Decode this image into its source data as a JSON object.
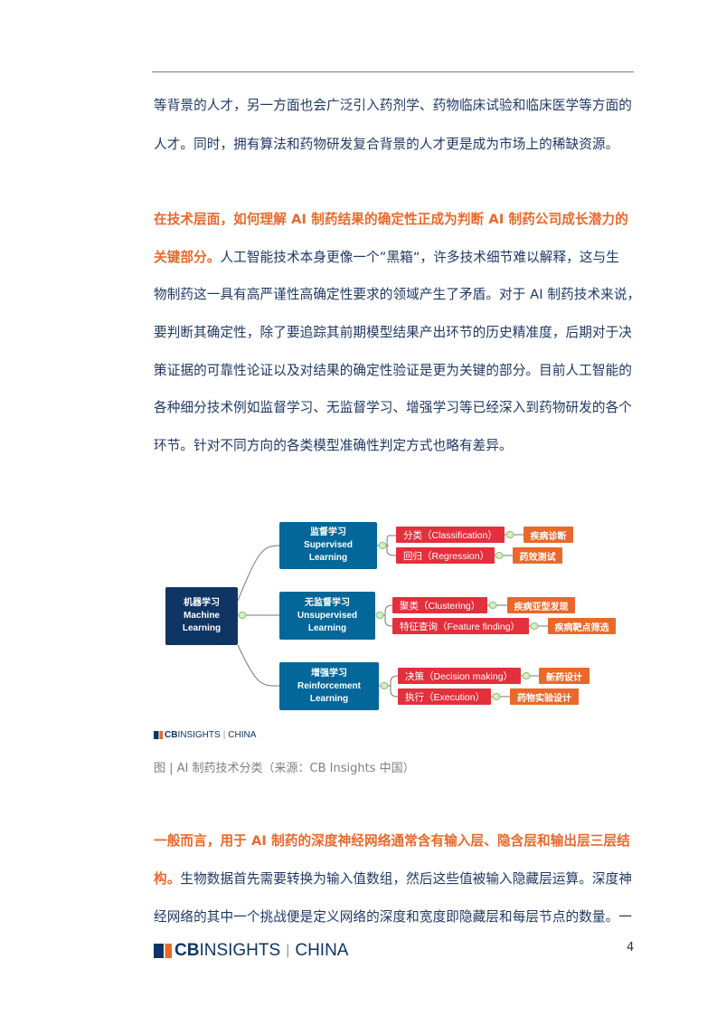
{
  "paragraph1": {
    "lines": [
      "等背景的人才，另一方面也会广泛引入药剂学、药物临床试验和临床医学等方面的",
      "人才。同时，拥有算法和药物研发复合背景的人才更是成为市场上的稀缺资源。"
    ]
  },
  "paragraph2": {
    "highlight1": "在技术层面，如何理解 AI 制药结果的确定性正成为判断 AI 制药公司成长潜力的",
    "highlight2": "关键部分。",
    "line2_rest": "人工智能技术本身更像一个”黑箱“，许多技术细节难以解释，这与生",
    "lines": [
      "物制药这一具有高严谨性高确定性要求的领域产生了矛盾。对于 AI 制药技术来说，",
      "要判断其确定性，除了要追踪其前期模型结果产出环节的历史精准度，后期对于决",
      "策证据的可靠性论证以及对结果的确定性验证是更为关键的部分。目前人工智能的",
      "各种细分技术例如监督学习、无监督学习、增强学习等已经深入到药物研发的各个",
      "环节。针对不同方向的各类模型准确性判定方式也略有差异。"
    ]
  },
  "diagram": {
    "root": {
      "zh": "机器学习",
      "en1": "Machine",
      "en2": "Learning"
    },
    "branches": [
      {
        "zh": "监督学习",
        "en1": "Supervised",
        "en2": "Learning",
        "methods": [
          {
            "label": "分类（Classification）",
            "app": "疾病诊断"
          },
          {
            "label": "回归（Regression）",
            "app": "药效测试"
          }
        ]
      },
      {
        "zh": "无监督学习",
        "en1": "Unsupervised",
        "en2": "Learning",
        "methods": [
          {
            "label": "聚类（Clustering）",
            "app": "疾病亚型发现"
          },
          {
            "label": "特征查询（Feature finding）",
            "app": "疾病靶点筛选"
          }
        ]
      },
      {
        "zh": "增强学习",
        "en1": "Reinforcement",
        "en2": "Learning",
        "methods": [
          {
            "label": "决策（Decision making）",
            "app": "新药设计"
          },
          {
            "label": "执行（Execution）",
            "app": "药物实验设计"
          }
        ]
      }
    ],
    "logo": {
      "cb": "CB",
      "insights": "INSIGHTS",
      "china": "CHINA"
    }
  },
  "caption": "图 | AI 制药技术分类（来源：CB Insights 中国）",
  "paragraph3": {
    "highlight": "一般而言，用于 AI 制药的深度神经网络通常含有输入层、隐含层和输出层三层结",
    "highlight2": "构。",
    "line2_rest": "生物数据首先需要转换为输入值数组，然后这些值被输入隐藏层运算。深度神",
    "line3": "经网络的其中一个挑战便是定义网络的深度和宽度即隐藏层和每层节点的数量。一"
  },
  "footer": {
    "logo": {
      "cb": "CB",
      "insights": "INSIGHTS",
      "china": "CHINA"
    },
    "page_number": "4"
  },
  "colors": {
    "text": "#1f3864",
    "highlight": "#e8692a",
    "root": "#0f3565",
    "branch": "#04679a",
    "method": "#e3303c",
    "app": "#e8692a"
  }
}
